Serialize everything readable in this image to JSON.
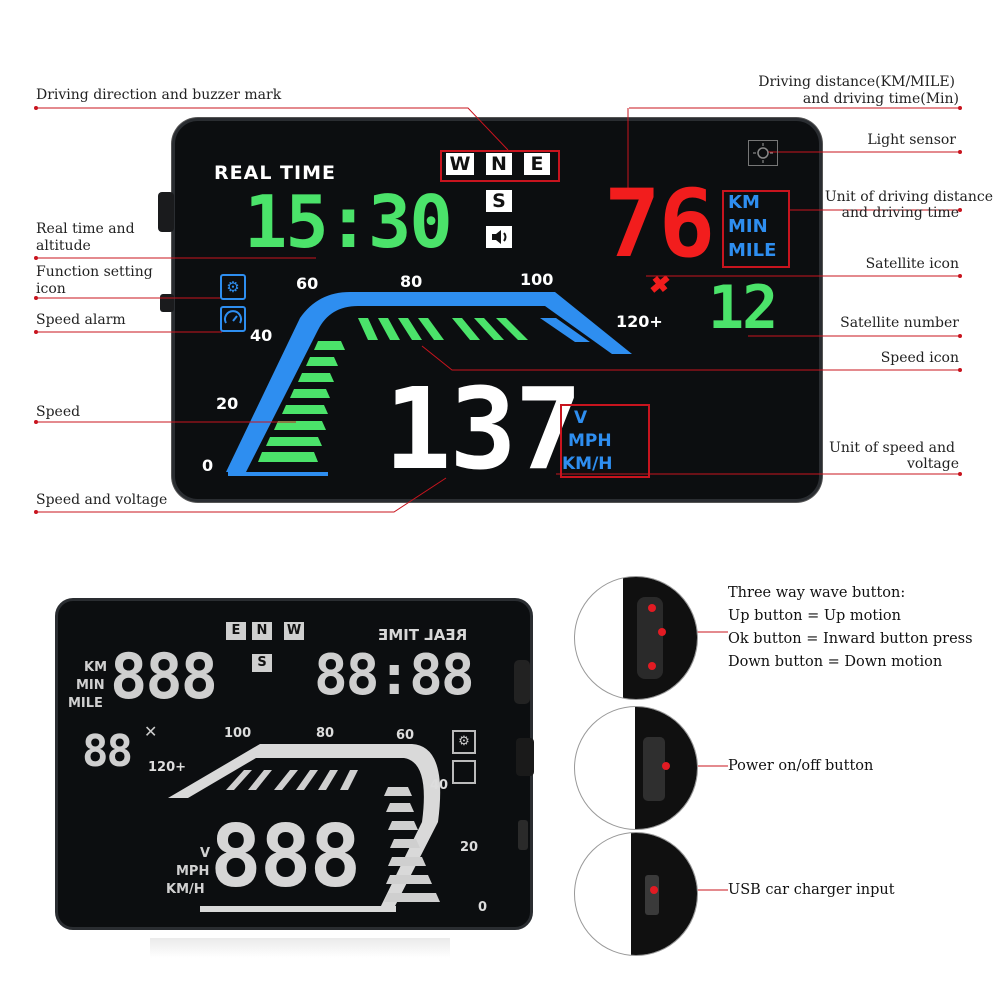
{
  "callouts": {
    "driving_direction": "Driving direction and buzzer mark",
    "distance_time": [
      "Driving distance(KM/MILE)",
      "and driving time(Min)"
    ],
    "light_sensor": "Light sensor",
    "unit_distance_time": [
      "Unit of driving distance",
      "and driving time"
    ],
    "real_time": [
      "Real time and",
      "altitude"
    ],
    "function_setting": [
      "Function setting",
      "icon"
    ],
    "speed_alarm": "Speed alarm",
    "satellite_icon": "Satellite icon",
    "satellite_number": "Satellite number",
    "speed_icon": "Speed icon",
    "speed": "Speed",
    "unit_speed_voltage": [
      "Unit of speed and",
      "voltage"
    ],
    "speed_voltage": "Speed and voltage"
  },
  "hud": {
    "real_time_label": "REAL TIME",
    "time_value": "15:30",
    "compass": [
      "W",
      "N",
      "E"
    ],
    "compass_south": "S",
    "distance_value": "76",
    "units_distance": [
      "KM",
      "MIN",
      "MILE"
    ],
    "satellite_count": "12",
    "speed_value": "137",
    "units_speed": [
      "V",
      "MPH",
      "KM/H"
    ],
    "speed_ticks": [
      "0",
      "20",
      "40",
      "60",
      "80",
      "100",
      "120+"
    ]
  },
  "mirror": {
    "real_time_label": "REAL TIME",
    "digits_time": "88:88",
    "digits_distance": "888",
    "digits_sat": "88",
    "digits_speed": "888",
    "compass": [
      "W",
      "N",
      "E"
    ],
    "compass_south": "S",
    "units_distance": [
      "KM",
      "MIN",
      "MILE"
    ],
    "units_speed": [
      "V",
      "MPH",
      "KM/H"
    ],
    "speed_ticks": [
      "0",
      "20",
      "40",
      "60",
      "80",
      "100",
      "120+"
    ]
  },
  "controls": {
    "wave_button": [
      "Three way wave button:",
      "Up button = Up motion",
      "Ok button = Inward button press",
      "Down button = Down motion"
    ],
    "power_button": "Power on/off button",
    "usb_input": "USB car charger input"
  },
  "colors": {
    "accent_red": "#c8141e",
    "hud_green": "#4be36a",
    "hud_blue": "#2e8ef0",
    "hud_red": "#f21d1d"
  }
}
